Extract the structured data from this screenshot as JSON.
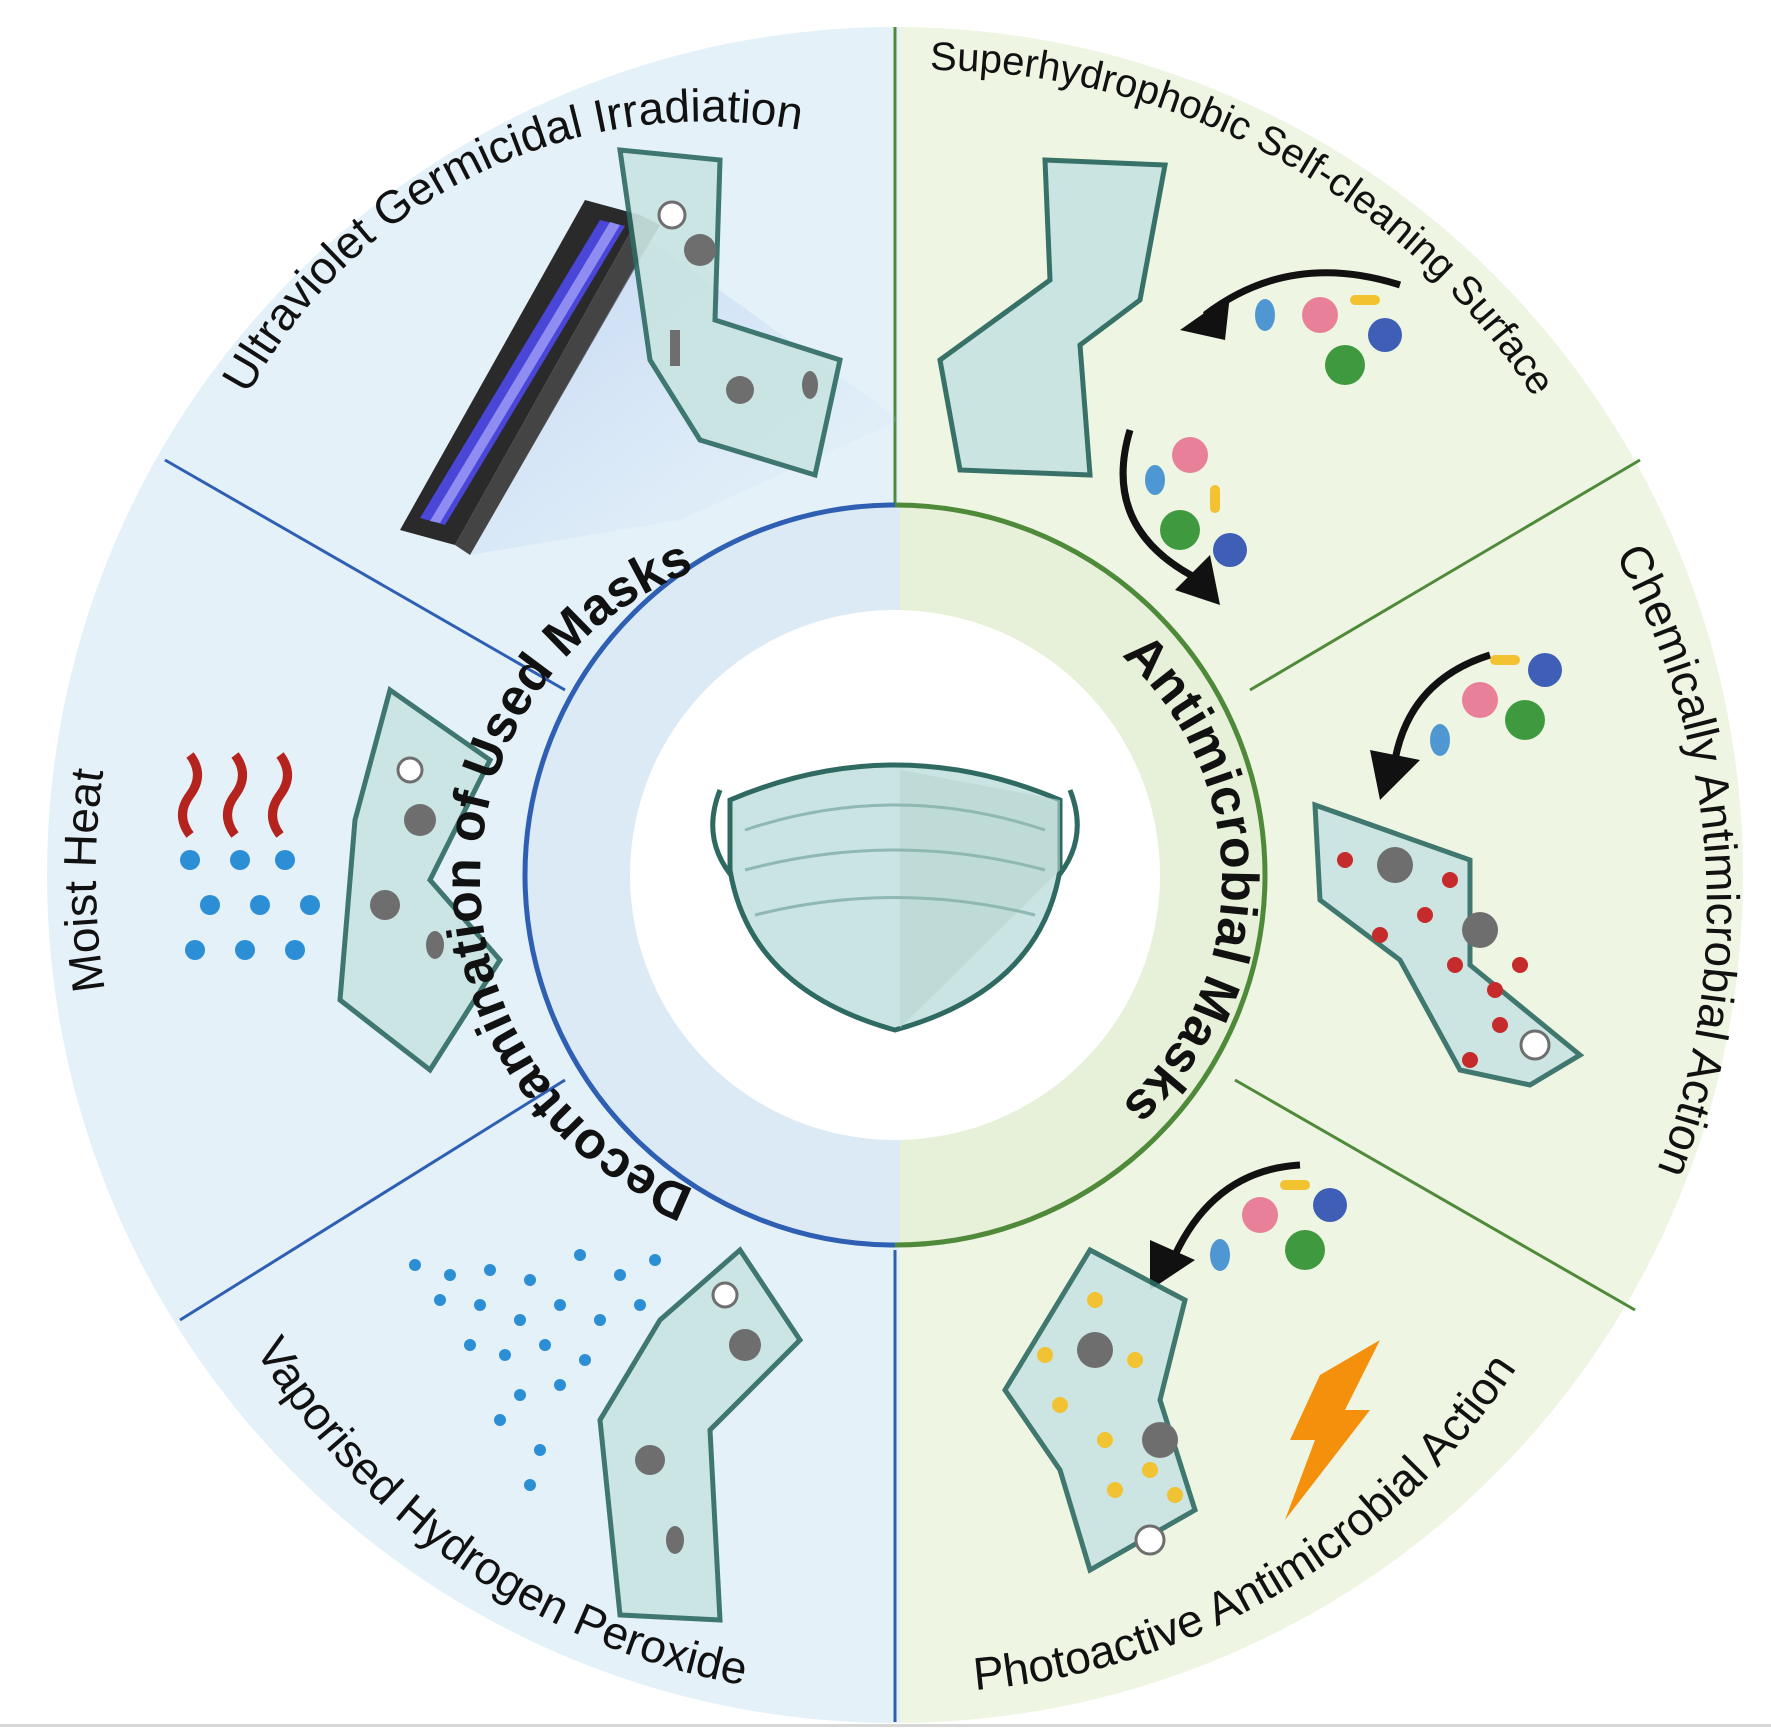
{
  "figure": {
    "left_half": {
      "ring_title": "Decontamination of Used Masks",
      "color": "#2f5fb3",
      "bg": "#e4f1f8",
      "segments": [
        {
          "id": "uv",
          "title": "Ultraviolet Germicidal Irradiation"
        },
        {
          "id": "heat",
          "title": "Moist Heat"
        },
        {
          "id": "h2o2",
          "title": "Vaporised Hydrogen Peroxide"
        }
      ]
    },
    "right_half": {
      "ring_title": "Antimicrobial Masks",
      "color": "#4f8a3a",
      "bg": "#eef5e2",
      "segments": [
        {
          "id": "sh",
          "title": "Superhydrophobic Self-cleaning Surface"
        },
        {
          "id": "chem",
          "title": "Chemically Antimicrobial Action"
        },
        {
          "id": "photo",
          "title": "Photoactive Antimicrobial Action"
        }
      ]
    },
    "colors": {
      "mask_fill": "#c9e4e2",
      "mask_stroke": "#2e6a62",
      "microbe_grey": "#6e6e6e",
      "virus_pink": "#e8809a",
      "bacterium_blue": "#4f97d3",
      "fungus_green": "#3f9a3f",
      "rod_yellow": "#f2c230",
      "rod_orange": "#c8782a",
      "red_particle": "#c62b2b",
      "gold_particle": "#f1c232",
      "bolt_orange": "#f4900c",
      "uv_blue": "#4a46d8",
      "droplet_blue": "#2c8fd6",
      "steam_red": "#b5231f"
    },
    "icons": [
      "uv-lamp-icon",
      "steam-icon",
      "droplet-icon",
      "spray-icon",
      "mask-icon",
      "virus-icon",
      "bacterium-icon",
      "fungus-icon",
      "arrow-icon",
      "lightning-icon"
    ]
  }
}
